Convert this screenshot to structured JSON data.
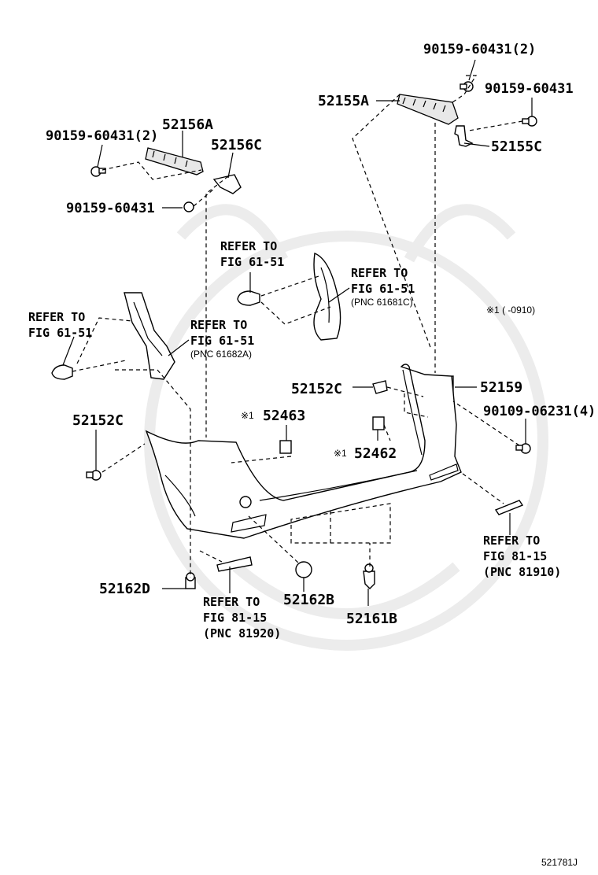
{
  "diagram": {
    "figure_id": "521781J",
    "labels": {
      "p_90159_60431_2_top": "90159-60431(2)",
      "p_90159_60431_top": "90159-60431",
      "p_52155A": "52155A",
      "p_52155C": "52155C",
      "p_52156A": "52156A",
      "p_90159_60431_2_left": "90159-60431(2)",
      "p_52156C": "52156C",
      "p_90159_60431_left": "90159-60431",
      "p_52152C_mid": "52152C",
      "p_52159": "52159",
      "p_90109_06231": "90109-06231(4)",
      "p_52152C_left": "52152C",
      "p_52463": "52463",
      "p_52462": "52462",
      "p_52162D": "52162D",
      "p_52162B": "52162B",
      "p_52161B": "52161B"
    },
    "markers": {
      "star1_a": "※1",
      "star1_b": "※1",
      "star1_note": "※1 (      -0910)"
    },
    "references": {
      "ref_top_l1": "REFER TO",
      "ref_top_l2": "FIG 61-51",
      "ref_right_l1": "REFER TO",
      "ref_right_l2": "FIG 61-51",
      "ref_right_l3": "(PNC 61681C)",
      "ref_left_l1": "REFER TO",
      "ref_left_l2": "FIG 61-51",
      "ref_center_l1": "REFER TO",
      "ref_center_l2": "FIG 61-51",
      "ref_center_l3": "(PNC 61682A)",
      "ref_bottom_right_l1": "REFER TO",
      "ref_bottom_right_l2": "FIG 81-15",
      "ref_bottom_right_l3": "(PNC 81910)",
      "ref_bottom_left_l1": "REFER TO",
      "ref_bottom_left_l2": "FIG 81-15",
      "ref_bottom_left_l3": "(PNC 81920)"
    }
  }
}
